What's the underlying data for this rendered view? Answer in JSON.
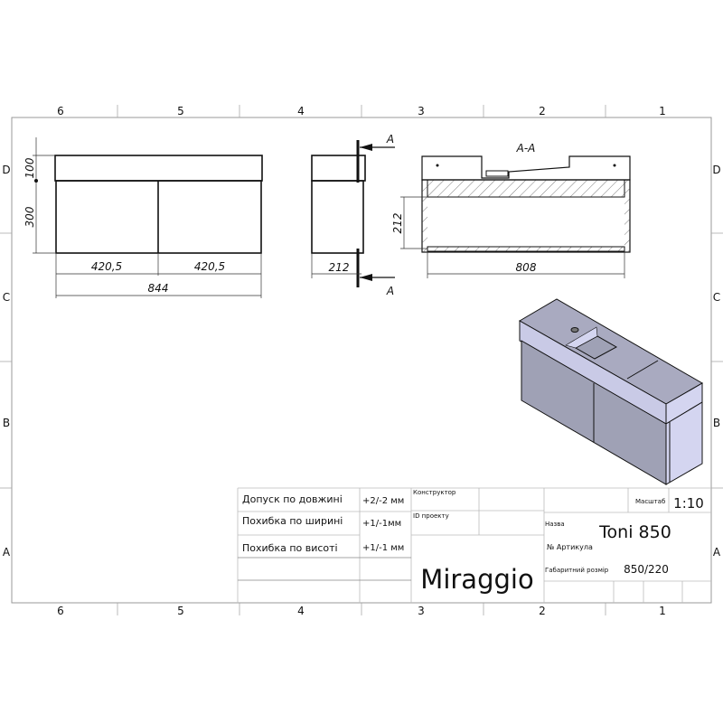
{
  "grid": {
    "columns": [
      "6",
      "5",
      "4",
      "3",
      "2",
      "1"
    ],
    "rows": [
      "D",
      "C",
      "B",
      "A"
    ]
  },
  "front_view": {
    "dims": {
      "top_height": "100",
      "body_height": "300",
      "door_left": "420,5",
      "door_right": "420,5",
      "total_width": "844"
    }
  },
  "side_view": {
    "section_mark_top": "A",
    "section_mark_bottom": "A",
    "depth": "212"
  },
  "section_view": {
    "title": "A-A",
    "inner_height": "212",
    "inner_width": "808"
  },
  "title_block": {
    "tolerances": [
      {
        "label": "Допуск по довжині",
        "value": "+2/-2 мм"
      },
      {
        "label": "Похибка по ширині",
        "value": "+1/-1мм"
      },
      {
        "label": "Похибка по висоті",
        "value": "+1/-1 мм"
      }
    ],
    "designer_label": "Конструктор",
    "project_id_label": "ID проекту",
    "brand": "Miraggio",
    "scale_label": "Масштаб",
    "scale_value": "1:10",
    "name_label": "Назва",
    "name_value": "Toni 850",
    "article_label": "№  Артикула",
    "size_label": "Габаритний розмір",
    "size_value": "850/220"
  },
  "colors": {
    "iso_top": "#a9aac0",
    "iso_front": "#9fa1b5",
    "iso_side": "#d4d5f0"
  }
}
